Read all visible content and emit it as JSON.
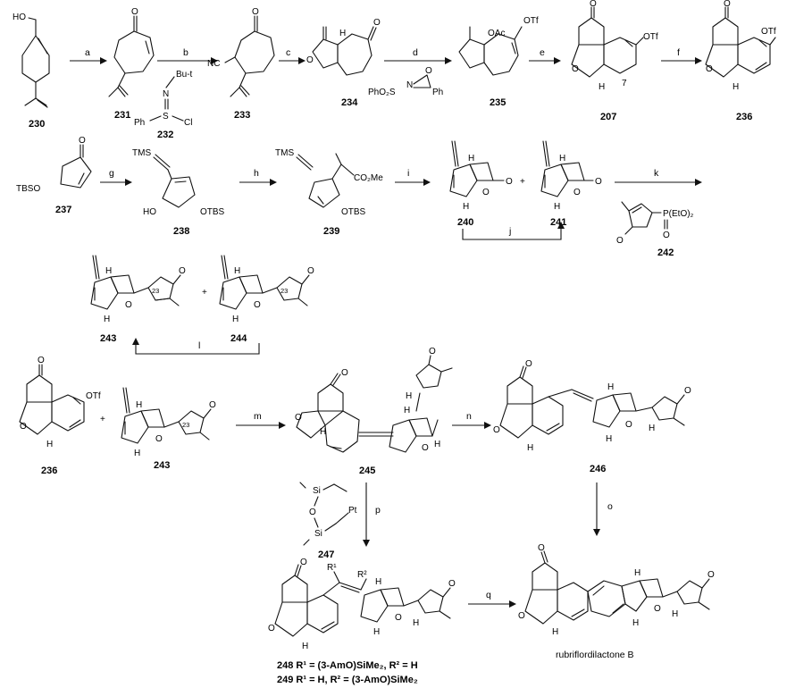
{
  "compounds": {
    "c230": "230",
    "c231": "231",
    "c232": "232",
    "c233": "233",
    "c234": "234",
    "c235": "235",
    "c207": "207",
    "c236": "236",
    "c237": "237",
    "c238": "238",
    "c239": "239",
    "c240": "240",
    "c241": "241",
    "c242": "242",
    "c243": "243",
    "c244": "244",
    "c236b": "236",
    "c243b": "243",
    "c245": "245",
    "c246": "246",
    "c247": "247",
    "c248": "248",
    "c249": "249",
    "product": "rubriflordilactone B"
  },
  "steps": {
    "a": "a",
    "b": "b",
    "c": "c",
    "d": "d",
    "e": "e",
    "f": "f",
    "g": "g",
    "h": "h",
    "i": "i",
    "j": "j",
    "k": "k",
    "l": "l",
    "m": "m",
    "n": "n",
    "o": "o",
    "p": "p",
    "q": "q"
  },
  "labels": {
    "ho": "HO",
    "nc": "NC",
    "otf": "OTf",
    "oac": "OAc",
    "tbso": "TBSO",
    "otbs": "OTBS",
    "tms": "TMS",
    "co2me": "CO₂Me",
    "ho2": "HO",
    "plus": "+",
    "butyl": "Bu-t",
    "n_atom": "N",
    "s_atom": "S",
    "cl_atom": "Cl",
    "ph": "Ph",
    "oxaziridine": "PhO₂S",
    "phos": "P(EtO)₂",
    "o": "O",
    "h": "H",
    "me3": "Si",
    "pt": "Pt",
    "r1": "R¹",
    "r2": "R²",
    "c23": "23",
    "c7": "7",
    "note248": "248 R¹ = (3-AmO)SiMe₂, R² = H",
    "note249": "249 R¹ = H, R² = (3-AmO)SiMe₂"
  }
}
